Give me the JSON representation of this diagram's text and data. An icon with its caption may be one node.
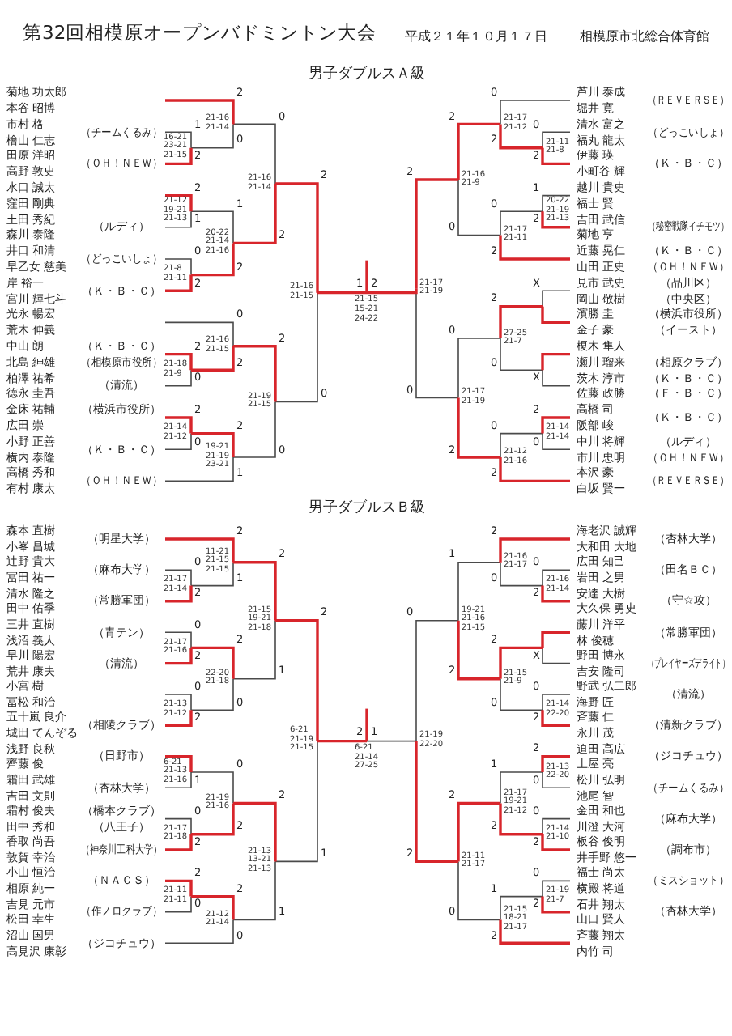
{
  "diagram": {
    "title": "第32回相模原オープンバドミントン大会",
    "labels": [
      "平成２１年１０月１７日",
      "相模原市北総合体育館",
      "男子ダブルスＡ級",
      "菊地 功太郎",
      "本谷 昭博",
      "市村 格",
      "檜山 仁志",
      "（チームくるみ）",
      "田原 洋昭",
      "高野 敦史",
      "（ＯＨ！ＮＥＷ）",
      "水口 誠太",
      "窪田 剛典",
      "土田 秀紀",
      "森川 泰隆",
      "（ルディ）",
      "井口 和清",
      "早乙女 慈美",
      "（どっこいしょ）",
      "岸 裕一",
      "宮川 輝七斗",
      "（Ｋ・Ｂ・Ｃ）",
      "光永 暢宏",
      "荒木 伸義",
      "中山 朗",
      "北島 紳雄",
      "（Ｋ・Ｂ・Ｃ）",
      "（相模原市役所）",
      "柏澤 祐希",
      "徳永 圭吾",
      "（清流）",
      "金床 祐輔",
      "広田 崇",
      "（横浜市役所）",
      "小野 正善",
      "横内 泰隆",
      "（Ｋ・Ｂ・Ｃ）",
      "高橋 秀和",
      "有村 康太",
      "（ＯＨ！ＮＥＷ）",
      "芦川 泰成",
      "堀井 寛",
      "（ＲＥＶＥＲＳＥ）",
      "清水 富之",
      "福丸 龍太",
      "（どっこいしょ）",
      "伊藤 瑛",
      "小町谷 輝",
      "（Ｋ・Ｂ・Ｃ）",
      "越川 貴史",
      "福士 賢",
      "吉田 武信",
      "菊地 亨",
      "（秘密戦隊イチモツ）",
      "近藤 晃仁",
      "山田 正史",
      "（Ｋ・Ｂ・Ｃ）",
      "（ＯＨ！ＮＥＷ）",
      "見市 武史",
      "岡山 敬樹",
      "（品川区）",
      "（中央区）",
      "濱勝 圭",
      "金子 豪",
      "（横浜市役所）",
      "（イースト）",
      "榎木 隼人",
      "瀬川 瑠来",
      "（相原クラブ）",
      "茨木 淳市",
      "佐藤 政勝",
      "（Ｋ・Ｂ・Ｃ）",
      "（Ｆ・Ｂ・Ｃ）",
      "高橋 司",
      "阪部 峻",
      "（Ｋ・Ｂ・Ｃ）",
      "中川 将輝",
      "市川 忠明",
      "（ルディ）",
      "（ＯＨ！ＮＥＷ）",
      "本沢 豪",
      "白坂 賢一",
      "（ＲＥＶＥＲＳＥ）",
      "1",
      "2",
      "16-21 23-21 21-15",
      "2",
      "0",
      "21-16 21-14",
      "2",
      "1",
      "21-12 19-21 21-13",
      "0",
      "2",
      "21-8 21-11",
      "1",
      "2",
      "20-22 21-14 21-16",
      "0",
      "2",
      "21-16 21-14",
      "2",
      "0",
      "21-18 21-9",
      "0",
      "2",
      "21-16 21-15",
      "2",
      "0",
      "21-14 21-12",
      "2",
      "1",
      "19-21 21-19 23-21",
      "2",
      "0",
      "21-19 21-15",
      "2",
      "0",
      "21-16 21-15",
      "0",
      "2",
      "21-11 21-8",
      "0",
      "2",
      "21-17 21-12",
      "1",
      "2",
      "20-22 21-19 21-13",
      "0",
      "2",
      "21-17 21-11",
      "2",
      "0",
      "21-16 21-9",
      "X",
      "X",
      "2",
      "0",
      "27-25 21-7",
      "2",
      "0",
      "21-14 21-14",
      "0",
      "2",
      "21-12 21-16",
      "0",
      "2",
      "21-17 21-19",
      "2",
      "0",
      "21-17 21-19",
      "1",
      "2",
      "21-15 15-21 24-22",
      "男子ダブルスＢ級",
      "森本 直樹",
      "小峯 昌城",
      "（明星大学）",
      "辻野 貴大",
      "冨田 祐一",
      "（麻布大学）",
      "清水 隆之",
      "田中 佑季",
      "（常勝軍団）",
      "三井 直樹",
      "浅沼 義人",
      "（青テン）",
      "早川 陽宏",
      "荒井 康夫",
      "（清流）",
      "小宮 樹",
      "冨松 和治",
      "五十嵐 良介",
      "城田 てんぞる",
      "（相陵クラブ）",
      "浅野 良秋",
      "齊藤 俊",
      "（日野市）",
      "霜田 武雄",
      "吉田 文則",
      "（杏林大学）",
      "霜村 俊夫",
      "田中 秀和",
      "（橋本クラブ）",
      "（八王子）",
      "香取 尚吾",
      "敦賀 幸治",
      "（神奈川工科大学）",
      "小山 恒治",
      "相原 純一",
      "（ＮＡＣＳ）",
      "吉見 元市",
      "松田 幸生",
      "（作ノロクラブ）",
      "沼山 国男",
      "高見沢 康彰",
      "（ジコチュウ）",
      "海老沢 誠輝",
      "大和田 大地",
      "（杏林大学）",
      "広田 知己",
      "岩田 之男",
      "（田名ＢＣ）",
      "安達 大樹",
      "大久保 勇史",
      "（守☆攻）",
      "藤川 洋平",
      "林 俊穂",
      "（常勝軍団）",
      "野田 博永",
      "吉安 隆司",
      "（プレイヤーズデライト）",
      "野武 弘二郎",
      "海野 匠",
      "（清流）",
      "斉藤 仁",
      "永川 茂",
      "（清新クラブ）",
      "迫田 高広",
      "土屋 亮",
      "（ジコチュウ）",
      "松川 弘明",
      "池尾 智",
      "（チームくるみ）",
      "金田 和也",
      "川澄 大河",
      "（麻布大学）",
      "板谷 俊明",
      "井手野 悠一",
      "（調布市）",
      "福士 尚太",
      "横殿 将道",
      "（ミスショット）",
      "石井 翔太",
      "山口 賢人",
      "（杏林大学）",
      "斉藤 翔太",
      "内竹 司",
      "0",
      "2",
      "21-17 21-14",
      "2",
      "1",
      "11-21 21-15 21-15",
      "0",
      "2",
      "21-17 21-16",
      "0",
      "2",
      "21-13 21-12",
      "2",
      "0",
      "22-20 21-18",
      "2",
      "1",
      "21-15 19-21 21-18",
      "1",
      "6-21 21-13 21-16",
      "0",
      "2",
      "21-17 21-18",
      "0",
      "2",
      "21-19 21-16",
      "2",
      "0",
      "21-11 21-11",
      "2",
      "0",
      "21-12 21-14",
      "2",
      "1",
      "21-13 13-21 21-13",
      "2",
      "1",
      "6-21 21-19 21-15",
      "0",
      "2",
      "21-16 21-14",
      "2",
      "0",
      "21-16 21-17",
      "X",
      "0",
      "2",
      "21-14 22-20",
      "2",
      "0",
      "21-15 21-9",
      "1",
      "2",
      "19-21 21-16 21-15",
      "2",
      "0",
      "21-13 22-20",
      "0",
      "2",
      "21-14 21-10",
      "1",
      "2",
      "21-17 19-21 21-12",
      "0",
      "2",
      "21-19 21-7",
      "1",
      "2",
      "21-15 18-21 21-17",
      "2",
      "0",
      "21-11 21-17",
      "0",
      "2",
      "21-19 22-20",
      "2",
      "1",
      "6-21 21-14 27-25"
    ]
  }
}
